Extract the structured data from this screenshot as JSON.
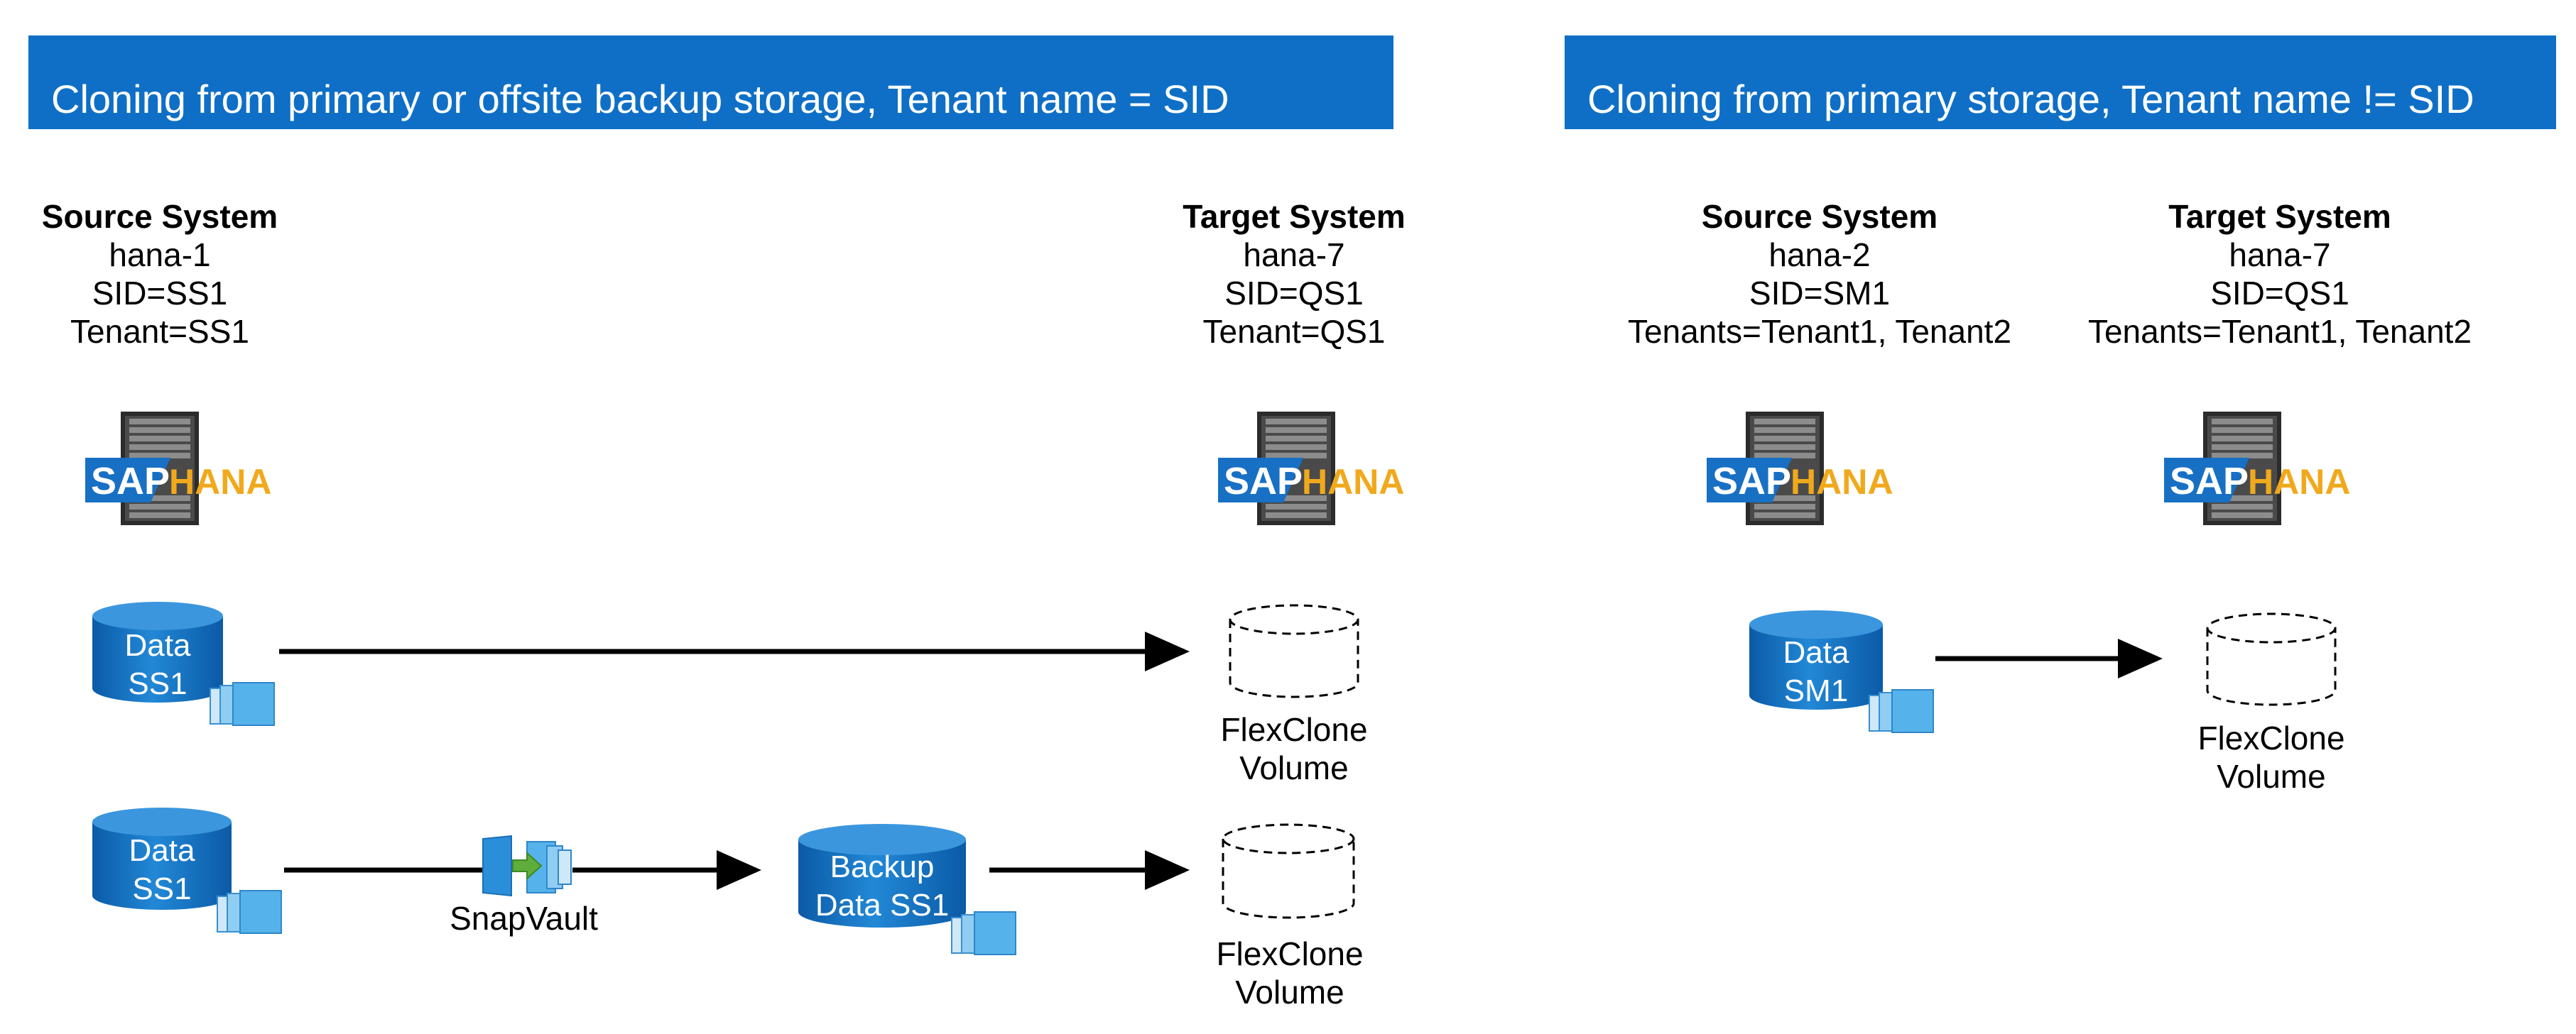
{
  "left_panel": {
    "banner": "Cloning from primary or offsite backup storage, Tenant name = SID",
    "source": {
      "title": "Source System",
      "host": "hana-1",
      "sid": "SID=SS1",
      "tenant": "Tenant=SS1"
    },
    "target": {
      "title": "Target System",
      "host": "hana-7",
      "sid": "SID=QS1",
      "tenant": "Tenant=QS1"
    },
    "row1": {
      "source_volume": [
        "Data",
        "SS1"
      ],
      "clone": [
        "FlexClone",
        "Volume"
      ]
    },
    "row2": {
      "source_volume": [
        "Data",
        "SS1"
      ],
      "snapvault": "SnapVault",
      "backup_volume": [
        "Backup",
        "Data SS1"
      ],
      "clone": [
        "FlexClone",
        "Volume"
      ]
    }
  },
  "right_panel": {
    "banner": "Cloning from primary storage, Tenant name != SID",
    "source": {
      "title": "Source System",
      "host": "hana-2",
      "sid": "SID=SM1",
      "tenant": "Tenants=Tenant1, Tenant2"
    },
    "target": {
      "title": "Target System",
      "host": "hana-7",
      "sid": "SID=QS1",
      "tenant": "Tenants=Tenant1, Tenant2"
    },
    "row1": {
      "source_volume": [
        "Data",
        "SM1"
      ],
      "clone": [
        "FlexClone",
        "Volume"
      ]
    }
  },
  "logo": {
    "sap": "SAP",
    "hana": "HANA"
  },
  "colors": {
    "banner": "#0f6fc6",
    "volume": "#1a78c8",
    "snapshot": "#5ab4ec",
    "hana_orange": "#f0a91c",
    "sap_blue": "#1870c4"
  }
}
